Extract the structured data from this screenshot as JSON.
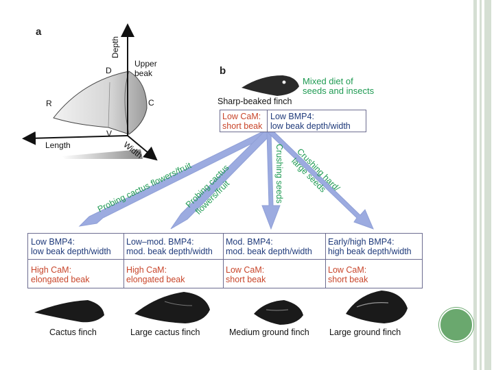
{
  "colors": {
    "accent_green": "#1e9a52",
    "cam_red": "#c8452a",
    "bmp_navy": "#1f3a7a",
    "arrow_blue": "#8f9fd6",
    "slide_stripe": "#d5dfd3",
    "bullet_green": "#6aa86e"
  },
  "panel_a": {
    "letter": "a",
    "axis_depth": "Depth",
    "axis_length": "Length",
    "axis_width": "Width",
    "label_upper": "Upper",
    "label_beak": "beak",
    "point_d": "D",
    "point_r": "R",
    "point_c": "C",
    "point_v": "V"
  },
  "panel_b": {
    "letter": "b",
    "top_diet_line1": "Mixed diet of",
    "top_diet_line2": "seeds and insects",
    "top_bird_name": "Sharp-beaked finch",
    "top_cam_line1": "Low CaM:",
    "top_cam_line2": "short beak",
    "top_bmp_line1": "Low BMP4:",
    "top_bmp_line2": "low beak depth/width",
    "arrows": [
      {
        "text": "Probing cactus flowers/fruit"
      },
      {
        "line1": "Probing cactus",
        "line2": "flowers/fruit"
      },
      {
        "text": "Crushing seeds"
      },
      {
        "line1": "Crushing hard/",
        "line2": "large seeds"
      }
    ],
    "columns": [
      {
        "bmp1": "Low BMP4:",
        "bmp2": "low beak depth/width",
        "cam1": "High CaM:",
        "cam2": "elongated beak",
        "bird": "Cactus finch"
      },
      {
        "bmp1": "Low–mod. BMP4:",
        "bmp2": "mod. beak depth/width",
        "cam1": "High CaM:",
        "cam2": "elongated beak",
        "bird": "Large cactus finch"
      },
      {
        "bmp1": "Mod. BMP4:",
        "bmp2": "mod. beak depth/width",
        "cam1": "Low CaM:",
        "cam2": "short beak",
        "bird": "Medium ground finch"
      },
      {
        "bmp1": "Early/high BMP4:",
        "bmp2": "high beak depth/width",
        "cam1": "Low CaM:",
        "cam2": "short beak",
        "bird": "Large ground finch"
      }
    ]
  }
}
